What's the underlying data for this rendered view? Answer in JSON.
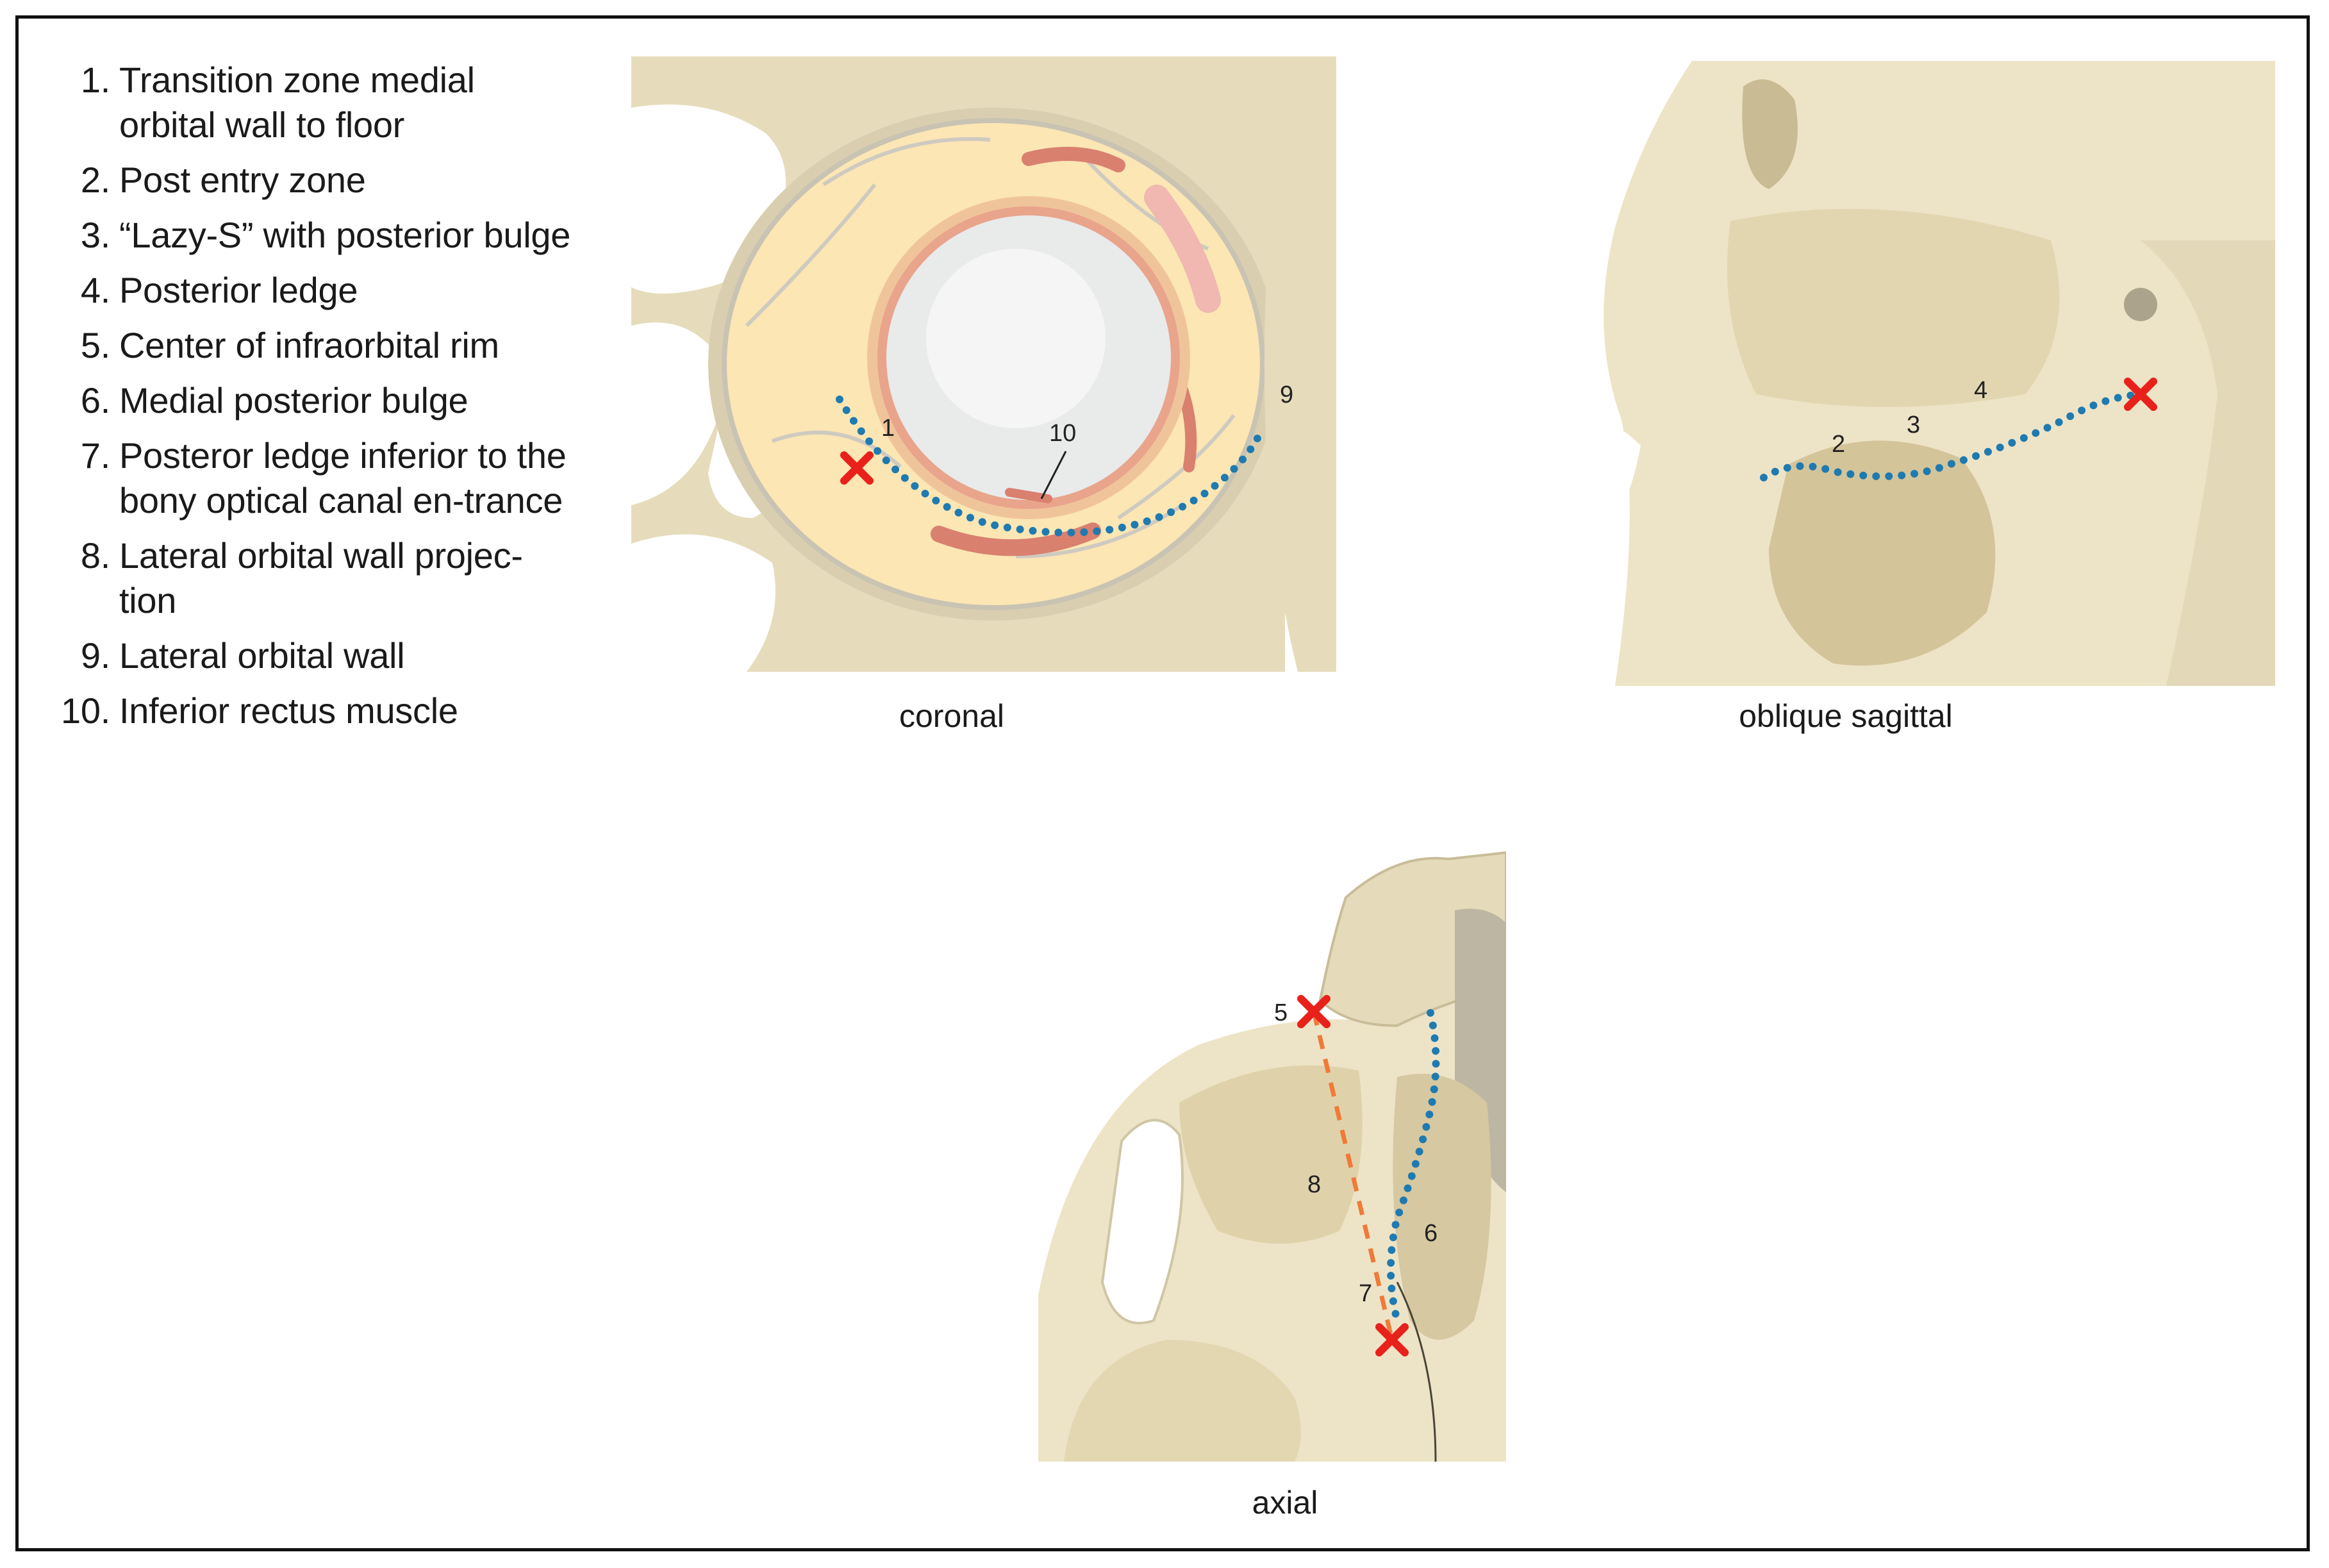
{
  "legend": {
    "items": [
      {
        "number": "1.",
        "text": "Transition zone medial orbital wall to floor"
      },
      {
        "number": "2.",
        "text": "Post entry zone"
      },
      {
        "number": "3.",
        "text": "“Lazy-S” with posterior bulge"
      },
      {
        "number": "4.",
        "text": "Posterior ledge"
      },
      {
        "number": "5.",
        "text": "Center of infraorbital rim"
      },
      {
        "number": "6.",
        "text": "Medial posterior bulge"
      },
      {
        "number": "7.",
        "text": "Posteror ledge inferior to the bony optical canal en-trance"
      },
      {
        "number": "8.",
        "text": "Lateral orbital wall projec-tion"
      },
      {
        "number": "9.",
        "text": "Lateral orbital wall"
      },
      {
        "number": "10.",
        "text": "Inferior rectus muscle"
      }
    ]
  },
  "panels": {
    "coronal": {
      "caption": "coronal",
      "labels": {
        "l1": "1",
        "l9": "9",
        "l10": "10"
      }
    },
    "sagittal": {
      "caption": "oblique sagittal",
      "labels": {
        "l2": "2",
        "l3": "3",
        "l4": "4"
      }
    },
    "axial": {
      "caption": "axial",
      "labels": {
        "l5": "5",
        "l6": "6",
        "l7": "7",
        "l8": "8"
      }
    }
  },
  "colors": {
    "bone": "#ede4c7",
    "bone_shade": "#d9cda7",
    "dotted_line": "#1f7ab0",
    "marker": "#e8221b",
    "dashed_line": "#f07a3a",
    "muscle": "#d9806f",
    "globe": "#e9eaea"
  }
}
